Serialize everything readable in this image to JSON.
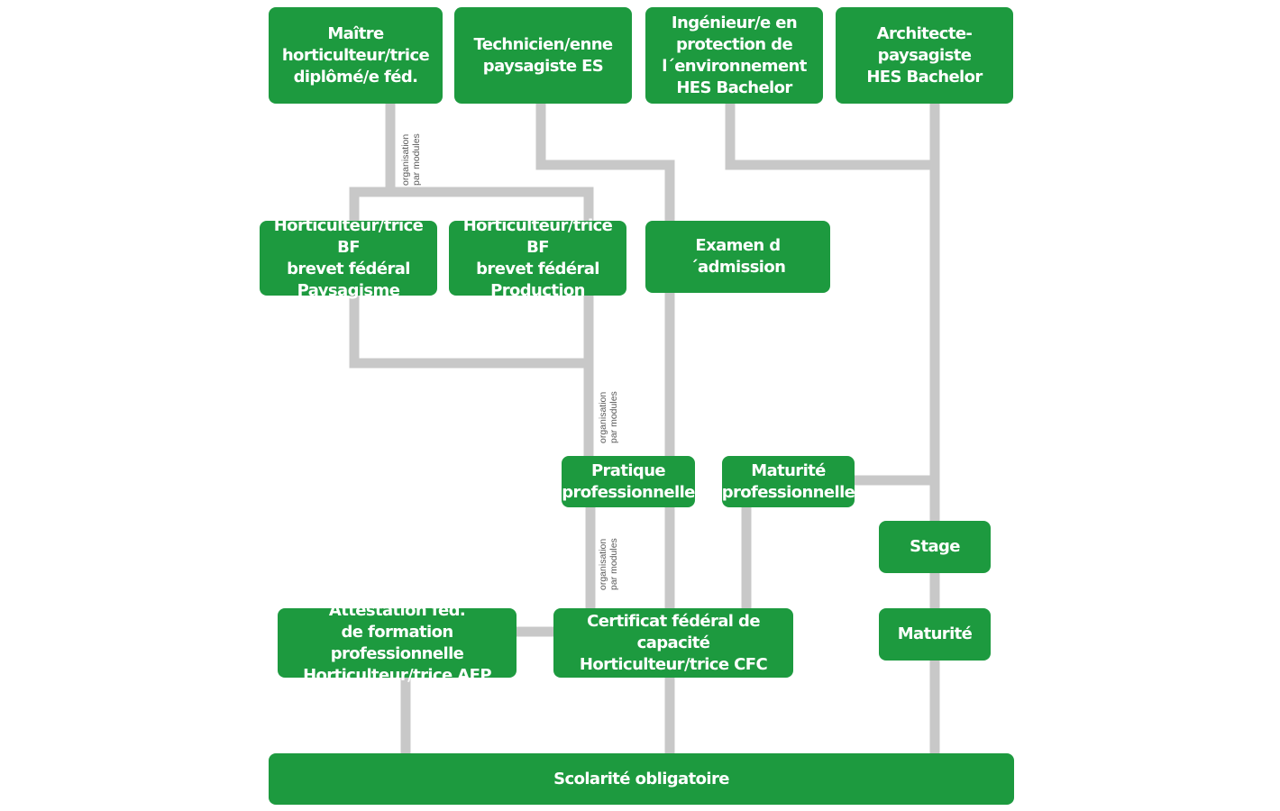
{
  "nodes": {
    "maitre": "Maître\nhorticulteur/trice\ndiplômé/e féd.",
    "technicien": "Technicien/enne\npaysagiste ES",
    "ingenieur": "Ingénieur/e en\nprotection de\nl´environnement\nHES Bachelor",
    "architecte": "Architecte-paysagiste\nHES Bachelor",
    "bf_paysagisme": "Horticulteur/trice BF\nbrevet fédéral\nPaysagisme",
    "bf_production": "Horticulteur/trice BF\nbrevet fédéral\nProduction",
    "examen": "Examen d´admission",
    "pratique": "Pratique\nprofessionnelle",
    "maturite_pro": "Maturité\nprofessionnelle",
    "stage": "Stage",
    "maturite": "Maturité",
    "afp": "Attestation féd.\nde formation professionnelle\nHorticulteur/trice AFP",
    "cfc": "Certificat fédéral de capacité\nHorticulteur/trice CFC",
    "scolarite": "Scolarité obligatoire"
  },
  "notes": {
    "modules_1": "organisation\npar modules",
    "modules_2": "organisation\npar modules",
    "modules_3": "organisation\npar modules"
  },
  "colors": {
    "box": "#1d9a3f",
    "connector": "#c8c8c8",
    "text": "#ffffff"
  }
}
